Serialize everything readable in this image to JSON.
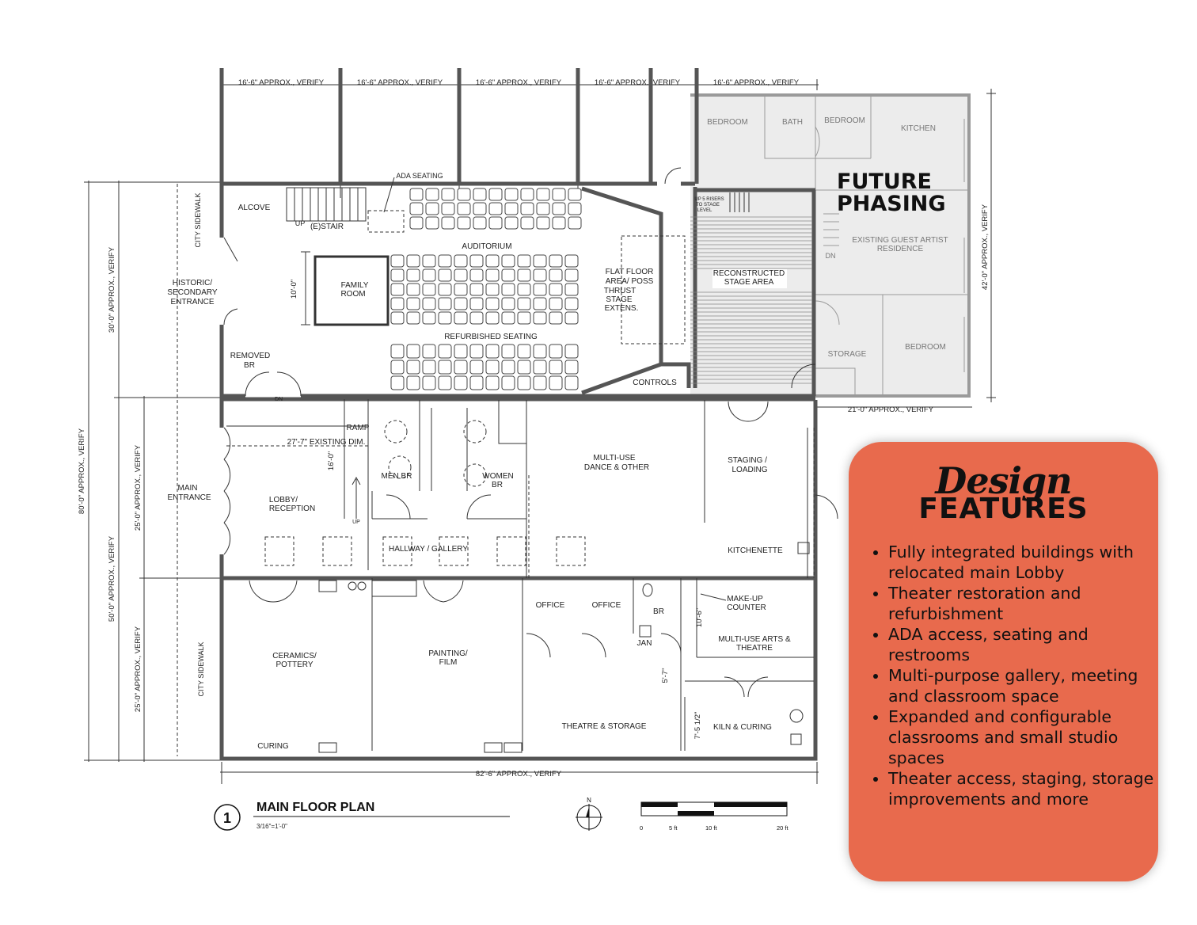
{
  "future_phasing": {
    "line1": "FUTURE",
    "line2": "PHASING"
  },
  "dimensions": {
    "top_bay": "16'-6\" APPROX., VERIFY",
    "right_side": "42'-0\" APPROX., VERIFY",
    "right_bottom": "21'-0\" APPROX., VERIFY",
    "bottom": "82'-6\" APPROX., VERIFY",
    "left_overall": "80'-0\" APPROX., VERIFY",
    "left_30": "30'-0\" APPROX., VERIFY",
    "left_50": "50'-0\" APPROX., VERIFY",
    "left_25a": "25'-0\" APPROX., VERIFY",
    "left_25b": "25'-0\" APPROX., VERIFY",
    "family_room_height": "10'-0\"",
    "lobby_height": "16'-0\"",
    "existing_dim": "27'-7\" EXISTING DIM.",
    "makeup_height": "10'-6\"",
    "dim_5_7": "5'-7\"",
    "dim_7_5": "7'-5 1/2\""
  },
  "rooms": {
    "bedroom1": "BEDROOM",
    "bath": "BATH",
    "bedroom2": "BEDROOM",
    "kitchen": "KITCHEN",
    "guest_residence_1": "EXISTING GUEST ARTIST",
    "guest_residence_2": "RESIDENCE",
    "storage": "STORAGE",
    "bedroom3": "BEDROOM",
    "ada_seating": "ADA SEATING",
    "alcove": "ALCOVE",
    "stair": "(E)STAIR",
    "up": "UP",
    "dn": "DN",
    "city_sidewalk": "CITY SIDEWALK",
    "auditorium": "AUDITORIUM",
    "family_room_1": "FAMILY",
    "family_room_2": "ROOM",
    "historic_1": "HISTORIC/",
    "historic_2": "SECONDARY",
    "historic_3": "ENTRANCE",
    "flat_floor_1": "FLAT FLOOR",
    "flat_floor_2": "AREA/ POSS",
    "flat_floor_3": "THRUST",
    "flat_floor_4": "STAGE",
    "flat_floor_5": "EXTENS.",
    "risers_1": "UP 5 RISERS",
    "risers_2": "TO STAGE",
    "risers_3": "LEVEL",
    "stage_1": "RECONSTRUCTED",
    "stage_2": "STAGE AREA",
    "refurbished_seating": "REFURBISHED SEATING",
    "removed_br_1": "REMOVED",
    "removed_br_2": "BR",
    "controls": "CONTROLS",
    "ramp": "RAMP",
    "main_entrance_1": "MAIN",
    "main_entrance_2": "ENTRANCE",
    "lobby_1": "LOBBY/",
    "lobby_2": "RECEPTION",
    "men_br": "MEN BR",
    "women_br_1": "WOMEN",
    "women_br_2": "BR",
    "multi_use_1": "MULTI-USE",
    "multi_use_2": "DANCE & OTHER",
    "staging_1": "STAGING /",
    "staging_2": "LOADING",
    "hallway": "HALLWAY / GALLERY",
    "kitchenette": "KITCHENETTE",
    "office1": "OFFICE",
    "office2": "OFFICE",
    "br": "BR",
    "jan": "JAN",
    "makeup_1": "MAKE-UP",
    "makeup_2": "COUNTER",
    "arts_1": "MULTI-USE ARTS &",
    "arts_2": "THEATRE",
    "ceramics_1": "CERAMICS/",
    "ceramics_2": "POTTERY",
    "painting_1": "PAINTING/",
    "painting_2": "FILM",
    "theatre_storage": "THEATRE & STORAGE",
    "kiln": "KILN & CURING",
    "curing": "CURING"
  },
  "title_block": {
    "number": "1",
    "title": "MAIN FLOOR PLAN",
    "scale": "3/16\"=1'-0\"",
    "north": "N",
    "scale_0": "0",
    "scale_5": "5 ft",
    "scale_10": "10 ft",
    "scale_20": "20 ft"
  },
  "design_features": {
    "script": "Design",
    "heading": "FEATURES",
    "items": [
      "Fully integrated buildings with relocated main Lobby",
      "Theater restoration and refurbishment",
      "ADA access, seating and restrooms",
      "Multi-purpose gallery, meeting and classroom space",
      "Expanded and configurable classrooms and small studio spaces",
      "Theater access, staging, storage improvements and more"
    ]
  },
  "colors": {
    "card": "#e86a4d",
    "future_phasing_fill": "#ececec",
    "wall": "#555555"
  }
}
